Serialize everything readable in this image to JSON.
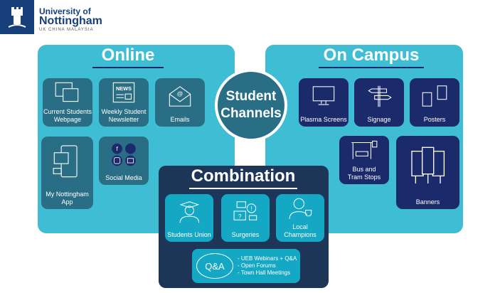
{
  "logo": {
    "line1": "University of",
    "line2": "Nottingham",
    "line3": "UK  CHINA  MALAYSIA"
  },
  "center": {
    "line1": "Student",
    "line2": "Channels"
  },
  "online": {
    "title": "Online",
    "tiles": [
      {
        "label1": "Current Students",
        "label2": "Webpage"
      },
      {
        "label1": "Weekly Student",
        "label2": "Newsletter"
      },
      {
        "label1": "Emails"
      },
      {
        "label1": "My Nottingham",
        "label2": "App"
      },
      {
        "label1": "Social Media"
      }
    ]
  },
  "campus": {
    "title": "On Campus",
    "tiles": [
      {
        "label1": "Plasma Screens"
      },
      {
        "label1": "Signage"
      },
      {
        "label1": "Posters"
      },
      {
        "label1": "Bus and",
        "label2": "Tram Stops"
      },
      {
        "label1": "Banners"
      }
    ]
  },
  "combination": {
    "title": "Combination",
    "tiles": [
      {
        "label1": "Students Union"
      },
      {
        "label1": "Surgeries"
      },
      {
        "label1": "Local Champions"
      }
    ],
    "qa": {
      "icon_text": "Q&A",
      "items": [
        "- UEB Webinars + Q&A",
        "- Open Forums",
        "- Town Hall Meetings"
      ]
    }
  }
}
